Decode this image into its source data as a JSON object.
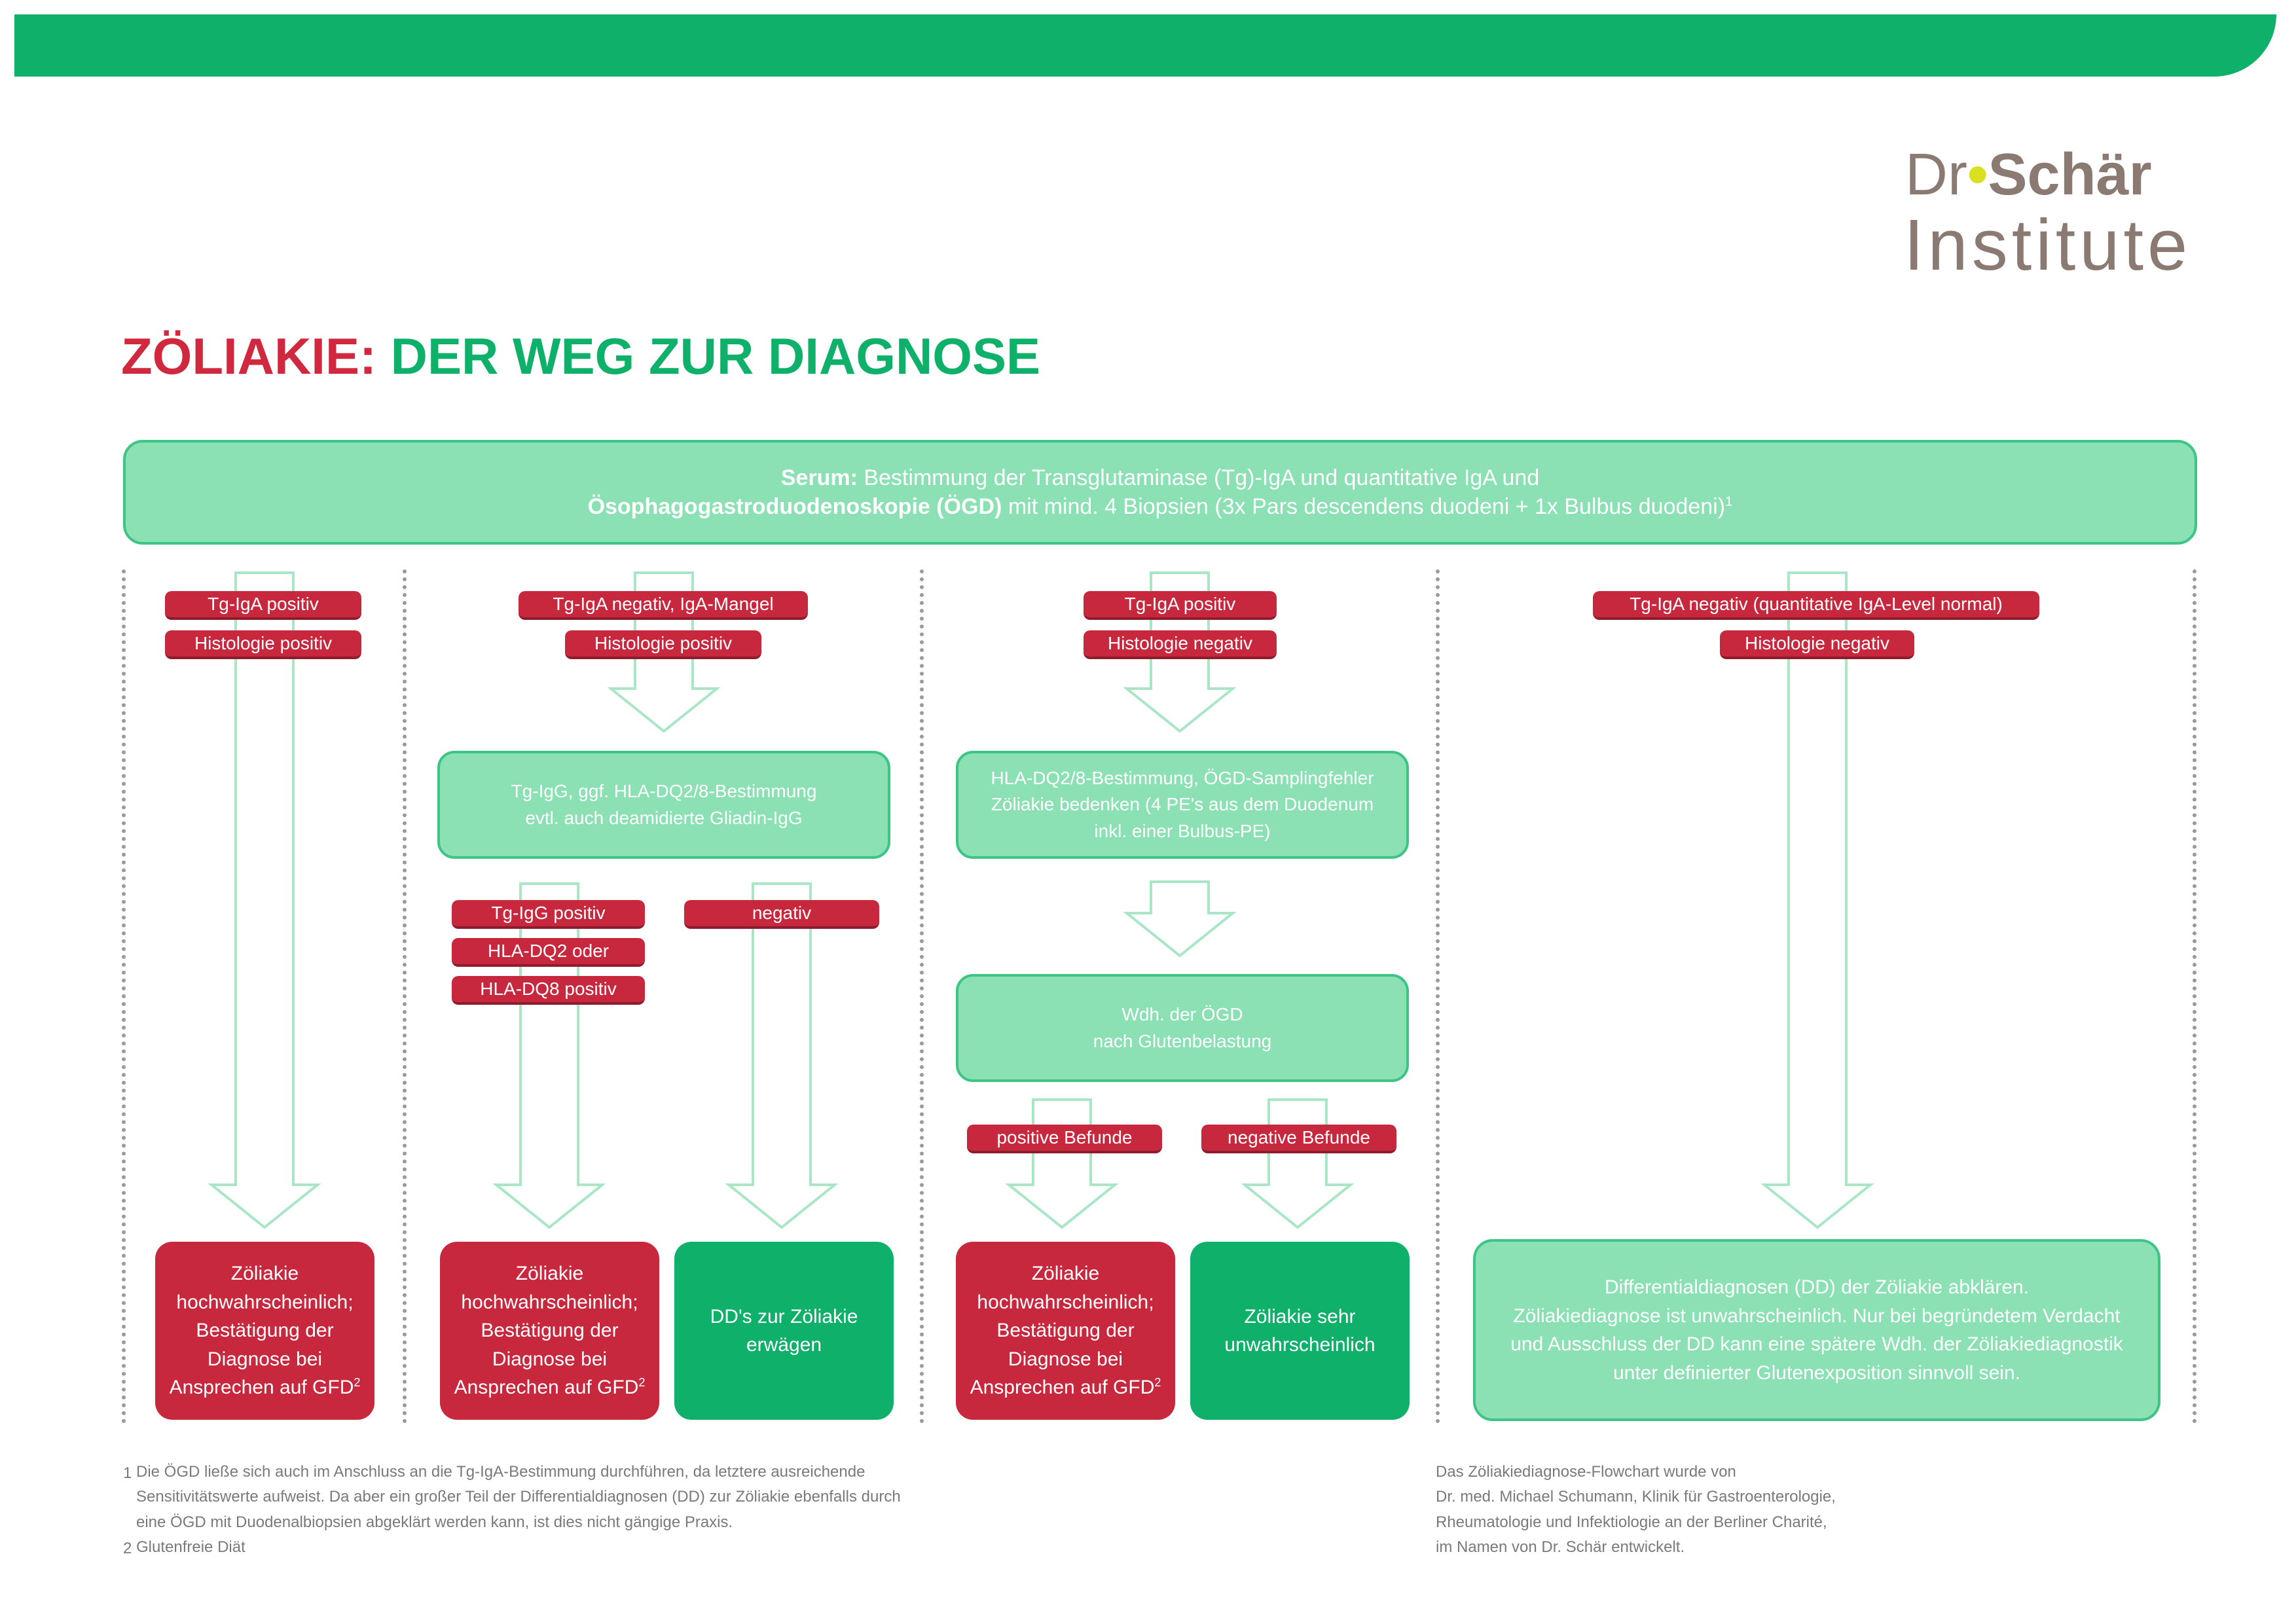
{
  "logo": {
    "dr": "Dr",
    "dot": "•",
    "schar": "Schär",
    "institute": "Institute"
  },
  "title": {
    "part1": "ZÖLIAKIE:",
    "part2": "DER WEG ZUR DIAGNOSE"
  },
  "serum": {
    "label1": "Serum:",
    "text1": "Bestimmung der Transglutaminase (Tg)-IgA und quantitative IgA und",
    "label2": "Ösophagogastroduodenoskopie (ÖGD)",
    "text2": "mit mind. 4 Biopsien (3x Pars descendens duodeni + 1x Bulbus duodeni)",
    "sup": "1"
  },
  "col1": {
    "tags": [
      "Tg-IgA positiv",
      "Histologie positiv"
    ],
    "result": "Zöliakie\nhochwahrscheinlich;\nBestätigung der\nDiagnose bei\nAnsprechen auf GFD",
    "result_sup": "2"
  },
  "col2": {
    "tags": [
      "Tg-IgA negativ, IgA-Mangel",
      "Histologie positiv"
    ],
    "box": "Tg-IgG, ggf. HLA-DQ2/8-Bestimmung\nevtl. auch deamidierte Gliadin-IgG",
    "left_tags": [
      "Tg-IgG positiv",
      "HLA-DQ2 oder",
      "HLA-DQ8 positiv"
    ],
    "right_tag": "negativ",
    "result_left": "Zöliakie\nhochwahrscheinlich;\nBestätigung der\nDiagnose bei\nAnsprechen auf GFD",
    "result_left_sup": "2",
    "result_right": "DD's zur Zöliakie\nerwägen"
  },
  "col3": {
    "tags": [
      "Tg-IgA positiv",
      "Histologie negativ"
    ],
    "box1": "HLA-DQ2/8-Bestimmung, ÖGD-Samplingfehler\nZöliakie bedenken (4 PE's aus dem Duodenum\ninkl. einer Bulbus-PE)",
    "box2": "Wdh. der ÖGD\nnach Glutenbelastung",
    "left_tag": "positive Befunde",
    "right_tag": "negative Befunde",
    "result_left": "Zöliakie\nhochwahrscheinlich;\nBestätigung der\nDiagnose bei\nAnsprechen auf GFD",
    "result_left_sup": "2",
    "result_right": "Zöliakie sehr\nunwahrscheinlich"
  },
  "col4": {
    "tags": [
      "Tg-IgA negativ (quantitative IgA-Level normal)",
      "Histologie negativ"
    ],
    "result": "Differentialdiagnosen (DD) der Zöliakie abklären.\nZöliakiediagnose ist unwahrscheinlich. Nur bei begründetem Verdacht\nund Ausschluss der DD kann eine spätere Wdh. der Zöliakiediagnostik\nunter definierter Glutenexposition sinnvoll sein."
  },
  "footnotes": {
    "n1": "1",
    "f1": "Die ÖGD ließe sich auch im Anschluss an die Tg-IgA-Bestimmung durchführen, da letztere ausreichende\nSensitivitätswerte aufweist. Da aber ein großer Teil der Differentialdiagnosen (DD) zur Zöliakie ebenfalls durch\neine ÖGD mit Duodenalbiopsien abgeklärt werden kann, ist dies nicht gängige Praxis.",
    "n2": "2",
    "f2": "Glutenfreie Diät",
    "credit": "Das Zöliakiediagnose-Flowchart wurde von\nDr. med. Michael Schumann, Klinik für Gastroenterologie,\nRheumatologie und Infektiologie an der Berliner Charité,\nim Namen von Dr. Schär entwickelt."
  },
  "colors": {
    "green": "#0eb06a",
    "light_green": "#8be0b4",
    "red": "#c8283e",
    "arrow_stroke": "#a8e6c6"
  }
}
